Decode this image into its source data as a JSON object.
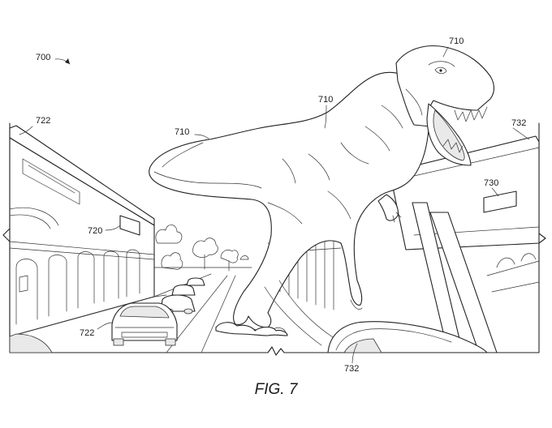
{
  "figure": {
    "caption": "FIG. 7",
    "reference_numerals": {
      "figure": "700",
      "creature_head": "710",
      "creature_body": "710",
      "creature_tail": "710",
      "left_building": "722",
      "left_sign": "720",
      "left_vehicle": "722",
      "right_building": "732",
      "right_sign": "730",
      "foreground_vehicle": "732"
    }
  }
}
